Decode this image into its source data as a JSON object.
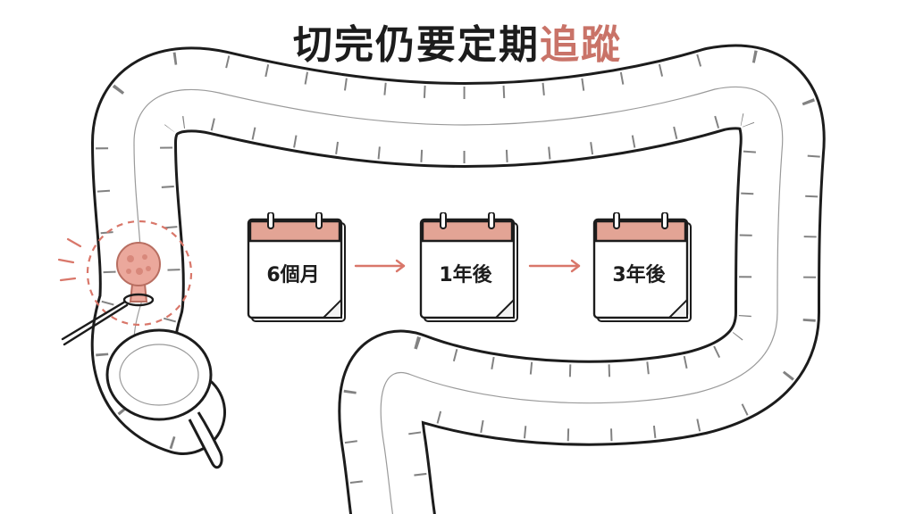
{
  "title": {
    "main": "切完仍要定期",
    "highlight": "追蹤"
  },
  "schedule": [
    {
      "label": "6個月"
    },
    {
      "label": "1年後"
    },
    {
      "label": "3年後"
    }
  ],
  "colors": {
    "accent": "#c97368",
    "calendar_header": "#e3a495",
    "polyp": "#eba89c",
    "polyp_stroke": "#b86e61",
    "outline": "#1c1c1c",
    "marker_dash": "#d9776a"
  },
  "icons": [
    "calendar-icon",
    "arrow-right-icon",
    "polyp-icon",
    "snare-icon"
  ]
}
